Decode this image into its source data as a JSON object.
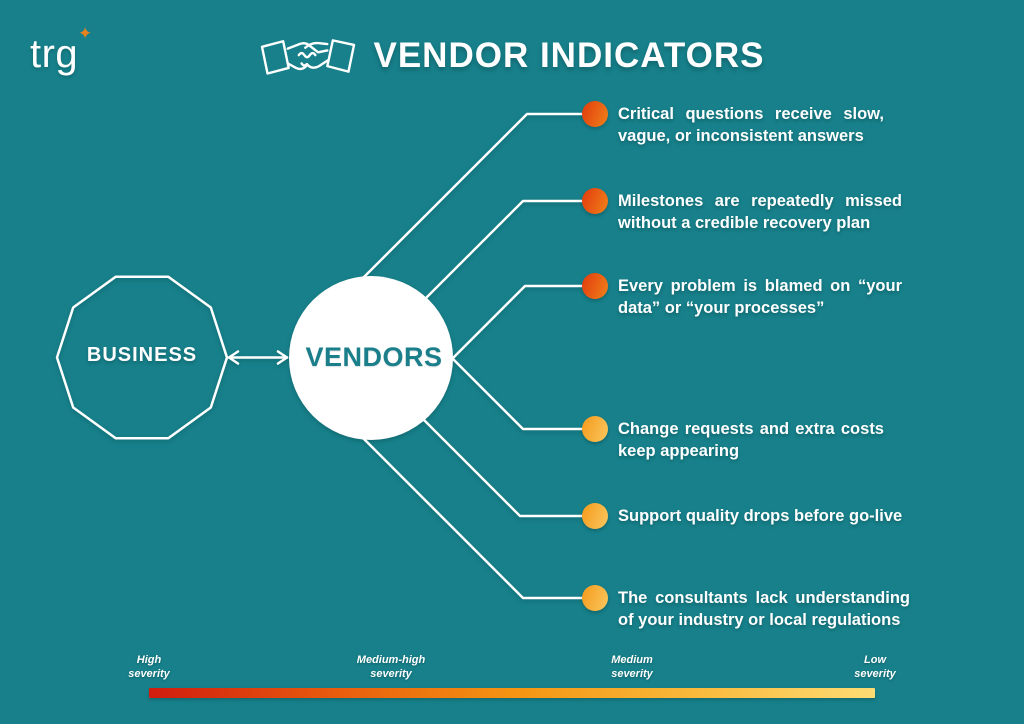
{
  "page": {
    "background_color": "#17808A",
    "accent_white": "#FFFFFF"
  },
  "logo": {
    "text": "trg",
    "sparkle_icon": "✦",
    "sparkle_color": "#E8821E"
  },
  "header": {
    "icon": "handshake-icon",
    "title": "VENDOR INDICATORS"
  },
  "diagram": {
    "business_label": "BUSINESS",
    "vendors_label": "VENDORS",
    "connector_color": "#FFFFFF",
    "indicators": [
      {
        "line1": "Critical questions receive slow,",
        "line2": "vague, or inconsistent answers",
        "severity": "high",
        "dot_colors": [
          "#E23A0E",
          "#F0821A"
        ]
      },
      {
        "line1": "Milestones are repeatedly missed",
        "line2": "without a credible recovery plan",
        "severity": "high",
        "dot_colors": [
          "#E23A0E",
          "#F0821A"
        ]
      },
      {
        "line1": "Every problem is blamed on “your",
        "line2": "data” or “your processes”",
        "severity": "high",
        "dot_colors": [
          "#E23A0E",
          "#F0821A"
        ]
      },
      {
        "line1": "Change requests and extra costs",
        "line2": "keep appearing",
        "severity": "medium",
        "dot_colors": [
          "#F49A1B",
          "#FBC75F"
        ]
      },
      {
        "line1": "Support quality drops before go-live",
        "line2": "",
        "severity": "medium",
        "dot_colors": [
          "#F49A1B",
          "#FBC75F"
        ]
      },
      {
        "line1": "The consultants lack understanding",
        "line2": "of your industry or local regulations",
        "severity": "medium",
        "dot_colors": [
          "#F49A1B",
          "#FBC75F"
        ]
      }
    ]
  },
  "legend": {
    "labels": [
      {
        "top": "High",
        "bottom": "severity"
      },
      {
        "top": "Medium-high",
        "bottom": "severity"
      },
      {
        "top": "Medium",
        "bottom": "severity"
      },
      {
        "top": "Low",
        "bottom": "severity"
      }
    ],
    "gradient": [
      "#D01C0F",
      "#E85A0D",
      "#F49412",
      "#F9B93B",
      "#FDDC74"
    ]
  }
}
